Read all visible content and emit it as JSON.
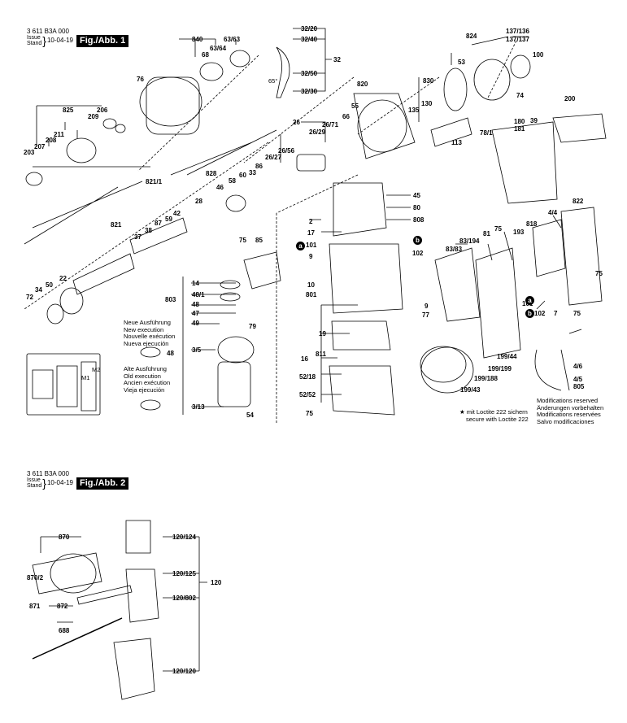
{
  "sheets": [
    {
      "model": "3 611 B3A 000",
      "issue_label_1": "Issue",
      "issue_label_2": "Stand",
      "date": "10-04-19",
      "figure": "Fig./Abb. 1"
    },
    {
      "model": "3 611 B3A 000",
      "issue_label_1": "Issue",
      "issue_label_2": "Stand",
      "date": "10-04-19",
      "figure": "Fig./Abb. 2"
    }
  ],
  "angle_label": "65°",
  "legend_new": [
    "Neue Ausführung",
    "New execution",
    "Nouvelle exécution",
    "Nueva ejecución"
  ],
  "legend_old": [
    "Alte Ausführung",
    "Old execution",
    "Ancien exécution",
    "Vieja ejecución"
  ],
  "loctite_note": [
    "★ mit Loctite 222 sichern",
    "secure with Loctite 222"
  ],
  "modifications_note": [
    "Modifications reserved",
    "Änderungen vorbehalten",
    "Modifications reservées",
    "Salvo modificaciones"
  ],
  "markers": {
    "a": "a",
    "b": "b"
  },
  "schematic_labels": {
    "m1": "M1",
    "m2": "M2"
  },
  "part_labels_fig1": [
    "32/20",
    "32/40",
    "32",
    "32/50",
    "32/30",
    "840",
    "63/63",
    "63/64",
    "68",
    "76",
    "825",
    "206",
    "209",
    "211",
    "207",
    "208",
    "203",
    "26",
    "26/71",
    "26/29",
    "26/56",
    "26/27",
    "86",
    "33",
    "60",
    "58",
    "46",
    "28",
    "828",
    "821/1",
    "821",
    "42",
    "59",
    "87",
    "38",
    "37",
    "22",
    "50",
    "34",
    "72",
    "820",
    "55",
    "66",
    "830",
    "53",
    "824",
    "137/136",
    "137/137",
    "100",
    "135",
    "130",
    "74",
    "113",
    "78/1",
    "200",
    "180",
    "181",
    "39",
    "45",
    "80",
    "808",
    "17",
    "2",
    "9",
    "10",
    "801",
    "9",
    "77",
    "102",
    "75",
    "85",
    "14",
    "48/1",
    "48",
    "47",
    "49",
    "79",
    "803",
    "3/5",
    "3/13",
    "54",
    "48",
    "19",
    "16",
    "811",
    "52/18",
    "52/52",
    "75",
    "83/194",
    "83/83",
    "81",
    "75",
    "193",
    "818",
    "4/4",
    "822",
    "101",
    "102",
    "75",
    "7",
    "75",
    "4/6",
    "4/5",
    "805",
    "199/44",
    "199/199",
    "199/188",
    "199/43",
    "101"
  ],
  "part_labels_fig2": [
    "870",
    "870/2",
    "871",
    "872",
    "688",
    "120/124",
    "120/125",
    "120/802",
    "120/120",
    "120"
  ]
}
